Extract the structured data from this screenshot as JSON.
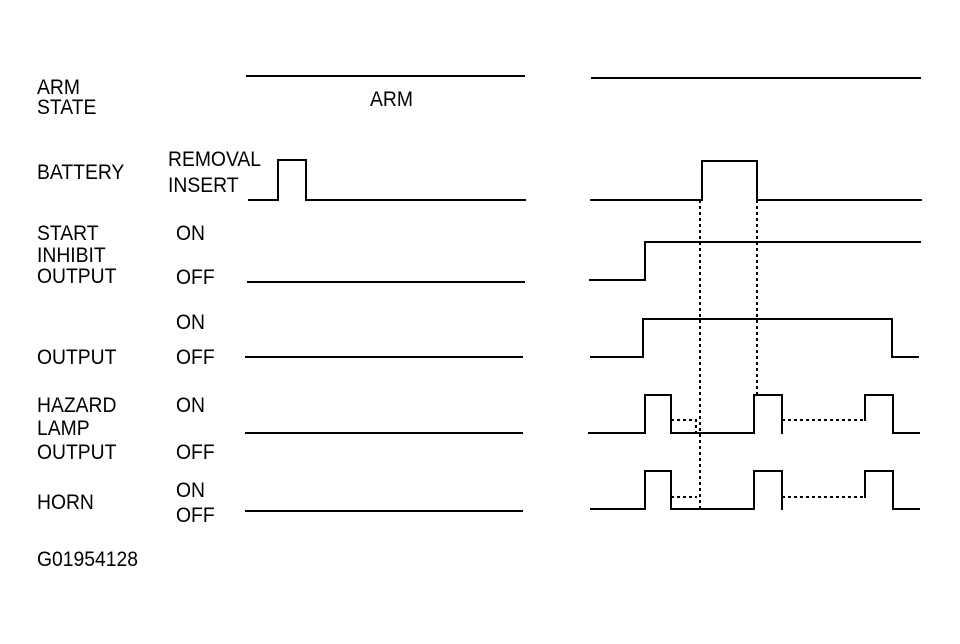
{
  "rows": {
    "arm_state": {
      "label": [
        "ARM",
        "STATE"
      ],
      "value": "ARM"
    },
    "battery": {
      "label": [
        "BATTERY"
      ],
      "levels": [
        "REMOVAL",
        "INSERT"
      ]
    },
    "start_inhibit": {
      "label": [
        "START",
        "INHIBIT",
        "OUTPUT"
      ],
      "levels": [
        "ON",
        "OFF"
      ]
    },
    "output": {
      "label": [
        "OUTPUT"
      ],
      "levels": [
        "ON",
        "OFF"
      ]
    },
    "hazard_lamp": {
      "label": [
        "HAZARD",
        "LAMP",
        "OUTPUT"
      ],
      "levels": [
        "ON",
        "OFF"
      ]
    },
    "horn": {
      "label": [
        "HORN"
      ],
      "levels": [
        "ON",
        "OFF"
      ]
    }
  },
  "figure_id": "G01954128"
}
